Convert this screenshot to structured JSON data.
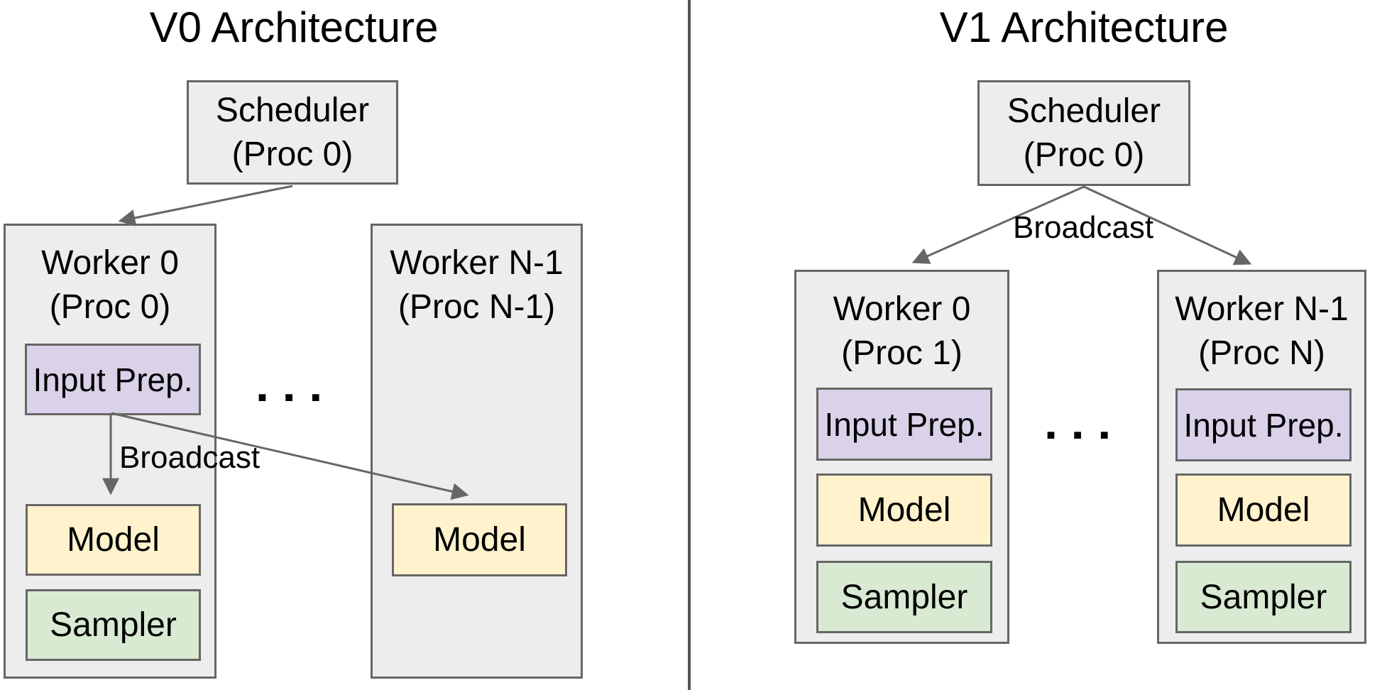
{
  "colors": {
    "container_fill": "#ededed",
    "border": "#666666",
    "input_prep_fill": "#d9d2e9",
    "model_fill": "#fff2cc",
    "sampler_fill": "#d9ead3",
    "connector": "#666666",
    "divider": "#555555",
    "text": "#000000",
    "background": "#ffffff"
  },
  "v0": {
    "title": "V0 Architecture",
    "scheduler": {
      "name": "Scheduler",
      "proc": "(Proc 0)"
    },
    "broadcast_label": "Broadcast",
    "dots": "■ ■ ■",
    "worker0": {
      "name": "Worker 0",
      "proc": "(Proc 0)",
      "input_prep": "Input Prep.",
      "model": "Model",
      "sampler": "Sampler"
    },
    "workerN": {
      "name": "Worker N-1",
      "proc": "(Proc N-1)",
      "model": "Model"
    }
  },
  "v1": {
    "title": "V1 Architecture",
    "scheduler": {
      "name": "Scheduler",
      "proc": "(Proc 0)"
    },
    "broadcast_label": "Broadcast",
    "dots": "■ ■ ■",
    "worker0": {
      "name": "Worker 0",
      "proc": "(Proc 1)",
      "input_prep": "Input Prep.",
      "model": "Model",
      "sampler": "Sampler"
    },
    "workerN": {
      "name": "Worker N-1",
      "proc": "(Proc N)",
      "input_prep": "Input Prep.",
      "model": "Model",
      "sampler": "Sampler"
    }
  }
}
